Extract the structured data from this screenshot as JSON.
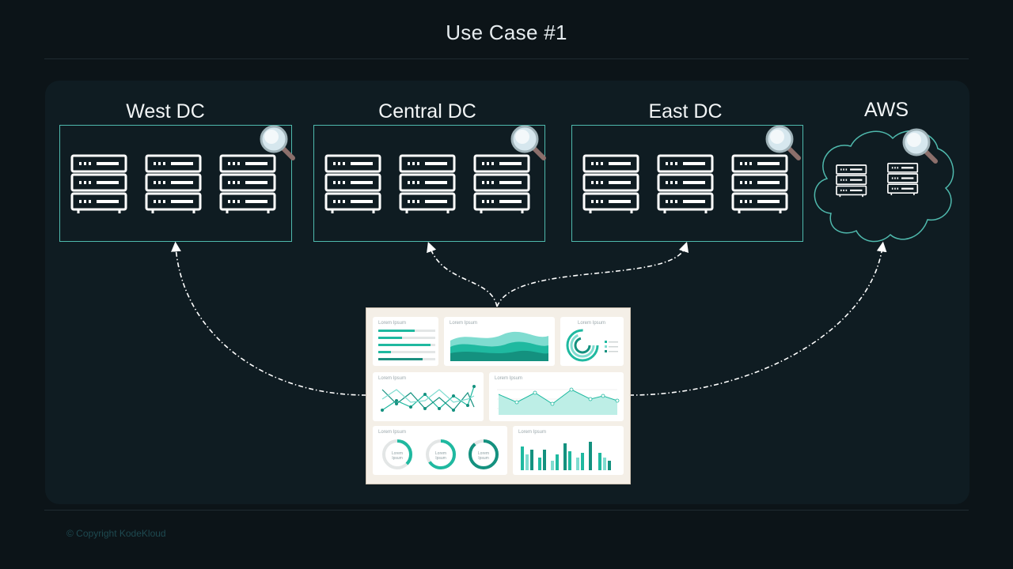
{
  "page": {
    "title": "Use Case #1"
  },
  "datacenters": [
    {
      "label": "West DC"
    },
    {
      "label": "Central DC"
    },
    {
      "label": "East DC"
    }
  ],
  "cloud": {
    "label": "AWS"
  },
  "dashboard": {
    "card_label": "Lorem Ipsum",
    "donut_label": "Lorem Ipsum"
  },
  "footer": {
    "copyright": "© Copyright KodeKloud"
  },
  "colors": {
    "background": "#0c1418",
    "panel": "#0f1c22",
    "accent": "#4fb9ad",
    "teal": "#1fb9a0",
    "dashboard_bg": "#f4efe7"
  },
  "icons": [
    "server-rack-icon",
    "magnifier-icon",
    "cloud-icon",
    "dashboard-icon"
  ]
}
